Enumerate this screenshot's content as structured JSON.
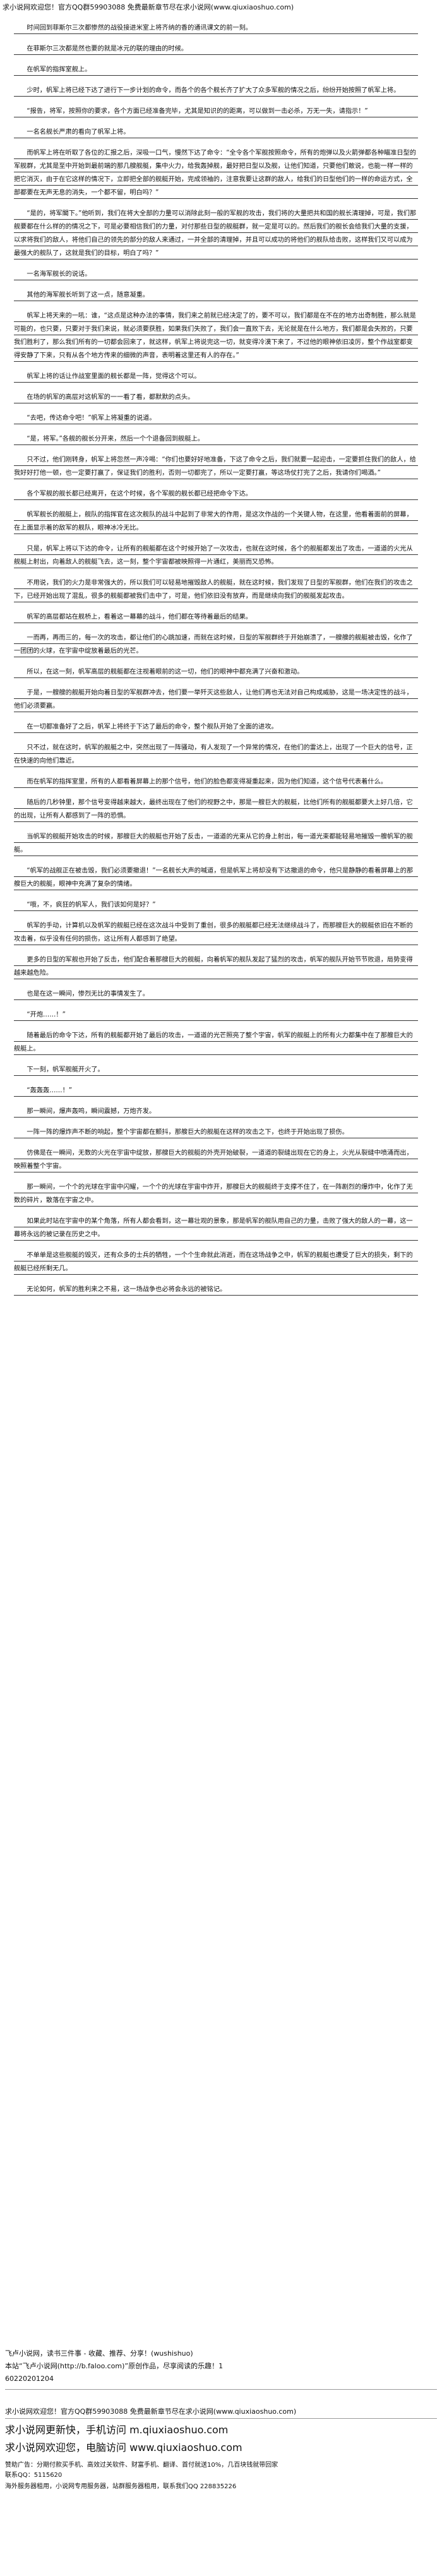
{
  "header": {
    "banner": "求小说网欢迎您！官方QQ群59903088 免费最新章节尽在求小说网(www.qiuxiaoshuo.com)"
  },
  "paragraphs": [
    "时间回到菲斯尔三次都惨然的战役接进米室上将齐纳的香的通讯课文的前一刻。",
    "在菲斯尔三次都是然也要的就是冰元的联的理由的时候。",
    "在帆军的指挥室舰上。",
    "少时，帆军上将已经下达了进行下一步计划的命令，而各个的各个舰长齐了扩大了众多军舰的情况之后，纷纷开始按照了帆军上将。",
    "“报告，将军，按照你的要求，各个方面已经准备完毕，尤其是知识的的距离，可以做到一击必杀，万无一失，请指示！”",
    "一名名舰长严肃的看向了帆军上将。",
    "而帆军上将在听取了各位的汇报之后，深吸一口气，慢然下达了命令：“全令各个军舰按照命令，所有的炮弹以及火箭弹都各种瞄准日型的军舰群，尤其是至中开始到最前端的那几艘舰艇，集中火力，给我轰掉舰，最好把日型以及舰，让他们知道，只要他们敢说，也能一样一样的把它消灭，由于在它这样的情况下，立即把全部的舰艇开始，完成领袖的，注意我要让这群的敌人，给我们的日型他们的一样的命运方式，全部都要在无声无息的消失，一个都不留，明白吗？”",
    "“是的，将军閣下。”他听到，我们在将大全部的力量可以消除此刻一般的军舰的攻击，我们将的大量把共和国的舰长清理掉，可是，我们那舰要都在什么样的的情况之下，可是必要相信我们的力量，对付那些日型的舰艇群，就一定是可以的。然后我们的舰长会给我们大量的支援，以求将我们的敌人，将他们自己的领先的部分的敌人来通过，一并全部的清理掉，并且可以成功的将他们的舰队给击败，这样我们又可以成为最强大的舰队了，这就是我们的目标，明白了吗？”",
    "一名海军舰长的说话。",
    "其他的海军舰长听到了这一点，随意凝重。",
    "帆军上将天来的一吼：谁，“这点是这种办法的事情，我们来之前就已经决定了的，要不可以，我们都是在不在的地方出奇制胜，那么就是可能的，也只要，只要对于我们来说，就必须要获胜，如果我们失败了，我们会一直败下去，无论就是在什么地方，我们都是会失败的，只要我们胜利了，那么我们所有的一切都会回来了，就这样，帆军上将说完这一切，就变得冷漠下来了，不过他的眼神依旧凌厉，整个作战室都变得安静了下来，只有从各个地方传来的细微的声音，表明着这里还有人的存在。”",
    "帆军上将的话让作战室里面的舰长都是一阵，觉得这个可以。",
    "在场的帆军的高层对这帆军的一一看了看，都默默的点头。",
    "“去吧，传达命令吧！”帆军上将凝重的说道。",
    "“是，将军。”各舰的舰长分开来，然后一个个退备回到舰艇上。",
    "只不过，他们刚转身，帆军上将忽然一声冷喝：“你们也要好好地准备，下这了命令之后，我们就要一起迎击，一定要抓住我们的敌人，给我好好打他一顿，也一定要打赢了，保证我们的胜利，否则一切都完了，所以一定要打赢，等这场仗打完了之后，我请你们喝酒。”",
    "各个军舰的舰长都已经离开，在这个时候，各个军舰的舰长都已经把命令下达。",
    "帆军舰长的舰艇上，舰队的指挥官在这次舰队的战斗中起到了非常大的作用，是这次作战的一个关键人物，在这里，他看着面前的屏幕，在上面显示着的敌军的舰队，眼神冰冷无比。",
    "只是，帆军上将以下达的命令，让所有的舰艇都在这个时候开始了一次攻击，也就在这时候，各个的舰艇都发出了攻击，一道道的火光从舰艇上射出，向着敌人的舰艇飞去，这一刻，整个宇宙都被映照得一片通红，美丽而又恐怖。",
    "不用说，我们的火力是非常强大的，所以我们可以轻易地摧毁敌人的舰艇，就在这时候，我们发现了日型的军舰群，他们在我们的攻击之下，已经开始出现了混乱，很多的舰艇都被我们击中了，可是，他们依旧没有放弃，而是继续向我们的舰艇发起攻击。",
    "帆军的高层都站在舰桥上，看着这一幕幕的战斗，他们都在等待着最后的结果。",
    "一而再，再而三的，每一次的攻击，都让他们的心跳加速，而就在这时候，日型的军舰群终于开始崩溃了，一艘艘的舰艇被击毁，化作了一团团的火球，在宇宙中绽放着最后的光芒。",
    "所以，在这一刻，帆军高层的舰艇都在注视着眼前的这一切，他们的眼神中都充满了兴奋和激动。",
    "于是，一艘艘的舰艇开始向着日型的军舰群冲去，他们要一举歼灭这些敌人，让他们再也无法对自己构成威胁，这是一场决定性的战斗，他们必须要赢。",
    "在一切都准备好了之后，帆军上将终于下达了最后的命令，整个舰队开始了全面的进攻。",
    "只不过，就在这时，帆军的舰艇之中，突然出现了一阵骚动，有人发现了一个异常的情况，在他们的雷达上，出现了一个巨大的信号，正在快速的向他们靠近。",
    "而在帆军的指挥室里，所有的人都看着屏幕上的那个信号，他们的脸色都变得凝重起来，因为他们知道，这个信号代表着什么。",
    "随后的几秒钟里，那个信号变得越来越大，最终出现在了他们的视野之中，那是一艘巨大的舰艇，比他们所有的舰艇都要大上好几倍，它的出现，让所有人都感到了一阵的恐惧。",
    "当帆军的舰艇开始攻击的时候，那艘巨大的舰艇也开始了反击，一道道的光束从它的身上射出，每一道光束都能轻易地摧毁一艘帆军的舰艇。",
    "“帆军的战舰正在被击毁，我们必须要撤退！”一名舰长大声的喊道，但是帆军上将却没有下达撤退的命令，他只是静静的看着屏幕上的那艘巨大的舰艇，眼神中充满了复杂的情绪。",
    "“哦，不，疯狂的帆军人，我们该如何是好？”",
    "帆军的手动，计算机以及帆军的舰艇已经在这次战斗中受到了重创，很多的舰艇都已经无法继续战斗了，而那艘巨大的舰艇依旧在不断的攻击着，似乎没有任何的损伤，这让所有人都感到了绝望。",
    "更多的日型的军舰也开始了反击，他们配合着那艘巨大的舰艇，向着帆军的舰队发起了猛烈的攻击，帆军的舰队开始节节败退，局势变得越来越危险。",
    "也是在这一瞬间，惨烈无比的事情发生了。",
    "“开炮……！”",
    "随着最后的命令下达，所有的舰艇都开始了最后的攻击，一道道的光芒照亮了整个宇宙，帆军的舰艇上的所有火力都集中在了那艘巨大的舰艇上。",
    "下一刻，帆军舰艇开火了。",
    "“轰轰轰……！”",
    "那一瞬间，爆声轰鸣，瞬间震撼，万炮齐发。",
    "一阵一阵的爆炸声不断的响起，整个宇宙都在颤抖，那艘巨大的舰艇在这样的攻击之下，也终于开始出现了损伤。",
    "仿佛是在一瞬间，无数的火光在宇宙中绽放，那艘巨大的舰艇的外壳开始破裂，一道道的裂缝出现在它的身上，火光从裂缝中喷涌而出，映照着整个宇宙。",
    "那一瞬间，一个个的光球在宇宙中闪耀，一个个的光球在宇宙中炸开，那艘巨大的舰艇终于支撑不住了，在一阵剧烈的爆炸中，化作了无数的碎片，散落在宇宙之中。",
    "如果此时站在宇宙中的某个角落，所有人都会看到，这一幕壮观的景象，那是帆军的舰队用自己的力量，击败了强大的敌人的一幕，这一幕将永远的被记录在历史之中。",
    "不单单是这些舰艇的毁灭，还有众多的士兵的牺牲，一个个生命就此消逝，而在这场战争之中，帆军的舰艇也遭受了巨大的损失，剩下的舰艇已经所剩无几。",
    "无论如何，帆军的胜利来之不易，这一场战争也必将会永远的被铭记。"
  ],
  "footer": {
    "promo": "飞卢小说网，读书三件事 - 收藏、推荐、分享！(wushishuo)",
    "link_line": "本站“飞卢小说网(http://b.faloo.com)”原创作品，尽享阅读的乐趣！1",
    "number": "60220201204",
    "banner2": "求小说网欢迎您！官方QQ群59903088 免费最新章节尽在求小说网(www.qiuxiaoshuo.com)",
    "tagline1": "求小说网更新快，手机访问 m.qiuxiaoshuo.com",
    "tagline2": "求小说网欢迎您，电脑访问 www.qiuxiaoshuo.com",
    "small1": "赞助广告：分期付款买手机、高效过关软件、财富手机、翻译、首付就送10%，几百块钱就带回家",
    "small2": "联系QQ：5115620",
    "small3": "海外服务器租用，小说网专用服务器，站群服务器租用，联系我们QQ 228835226"
  }
}
